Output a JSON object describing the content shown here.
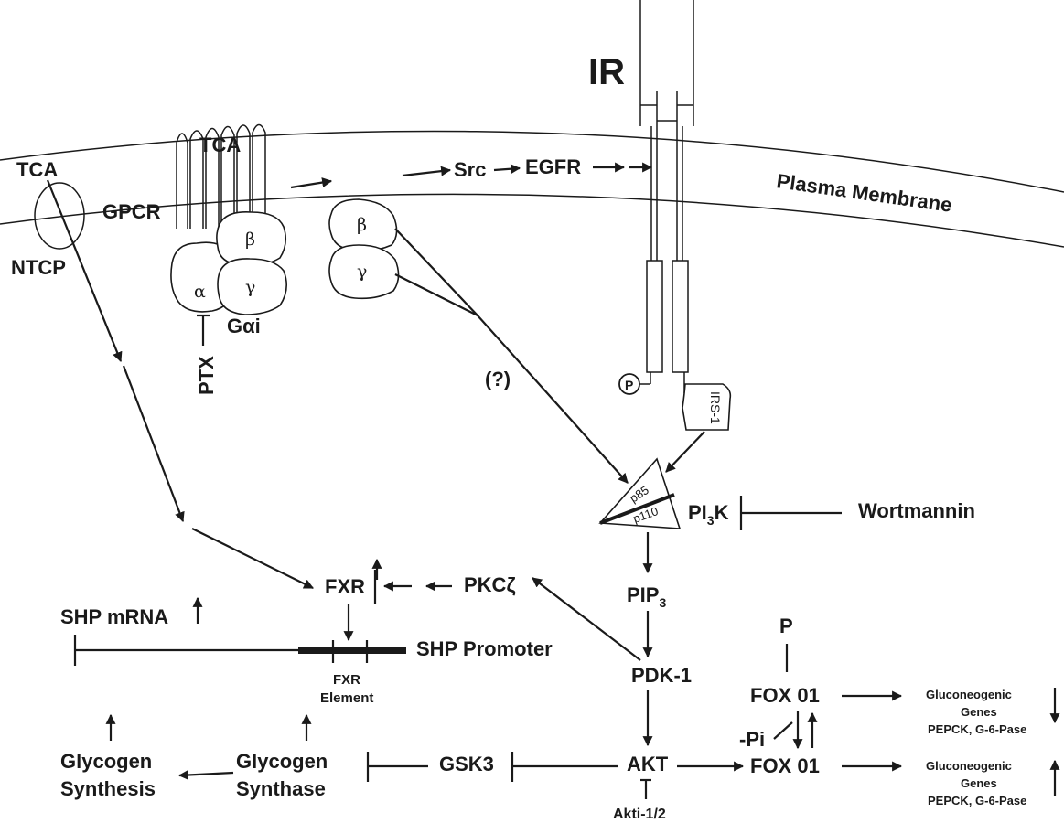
{
  "labels": {
    "ir": "IR",
    "tca_left": "TCA",
    "tca_gpcr": "TCA",
    "gpcr": "GPCR",
    "ntcp": "NTCP",
    "src": "Src",
    "egfr": "EGFR",
    "plasma_membrane": "Plasma  Membrane",
    "alpha": "α",
    "beta": "β",
    "gamma": "γ",
    "beta2": "β",
    "gamma2": "γ",
    "g_alpha_i": "Gαi",
    "ptx": "PTX",
    "question": "(?)",
    "p_circle": "P",
    "irs1": "IRS-1",
    "p85": "p85",
    "p110": "p110",
    "pi3k_pre": "PI",
    "pi3k_sub": "3",
    "pi3k_post": "K",
    "wortmannin": "Wortmannin",
    "fxr": "FXR",
    "pkc": "PKCζ",
    "pip3_pre": "PIP",
    "pip3_sub": "3",
    "shp_mrna": "SHP mRNA",
    "shp_promoter": "SHP Promoter",
    "fxr_element_1": "FXR",
    "fxr_element_2": "Element",
    "pdk1": "PDK-1",
    "p_top": "P",
    "fox_top": "FOX 01",
    "fox_bottom": "FOX 01",
    "pi": "-Pi",
    "gluco_top_1": "Gluconeogenic",
    "gluco_top_2": "Genes",
    "gluco_top_3": "PEPCK, G-6-Pase",
    "gluco_bot_1": "Gluconeogenic",
    "gluco_bot_2": "Genes",
    "gluco_bot_3": "PEPCK, G-6-Pase",
    "gsk3": "GSK3",
    "akt": "AKT",
    "akti": "Akti-1/2",
    "glycogen_synthase_1": "Glycogen",
    "glycogen_synthase_2": "Synthase",
    "glycogen_synthesis_1": "Glycogen",
    "glycogen_synthesis_2": "Synthesis"
  }
}
